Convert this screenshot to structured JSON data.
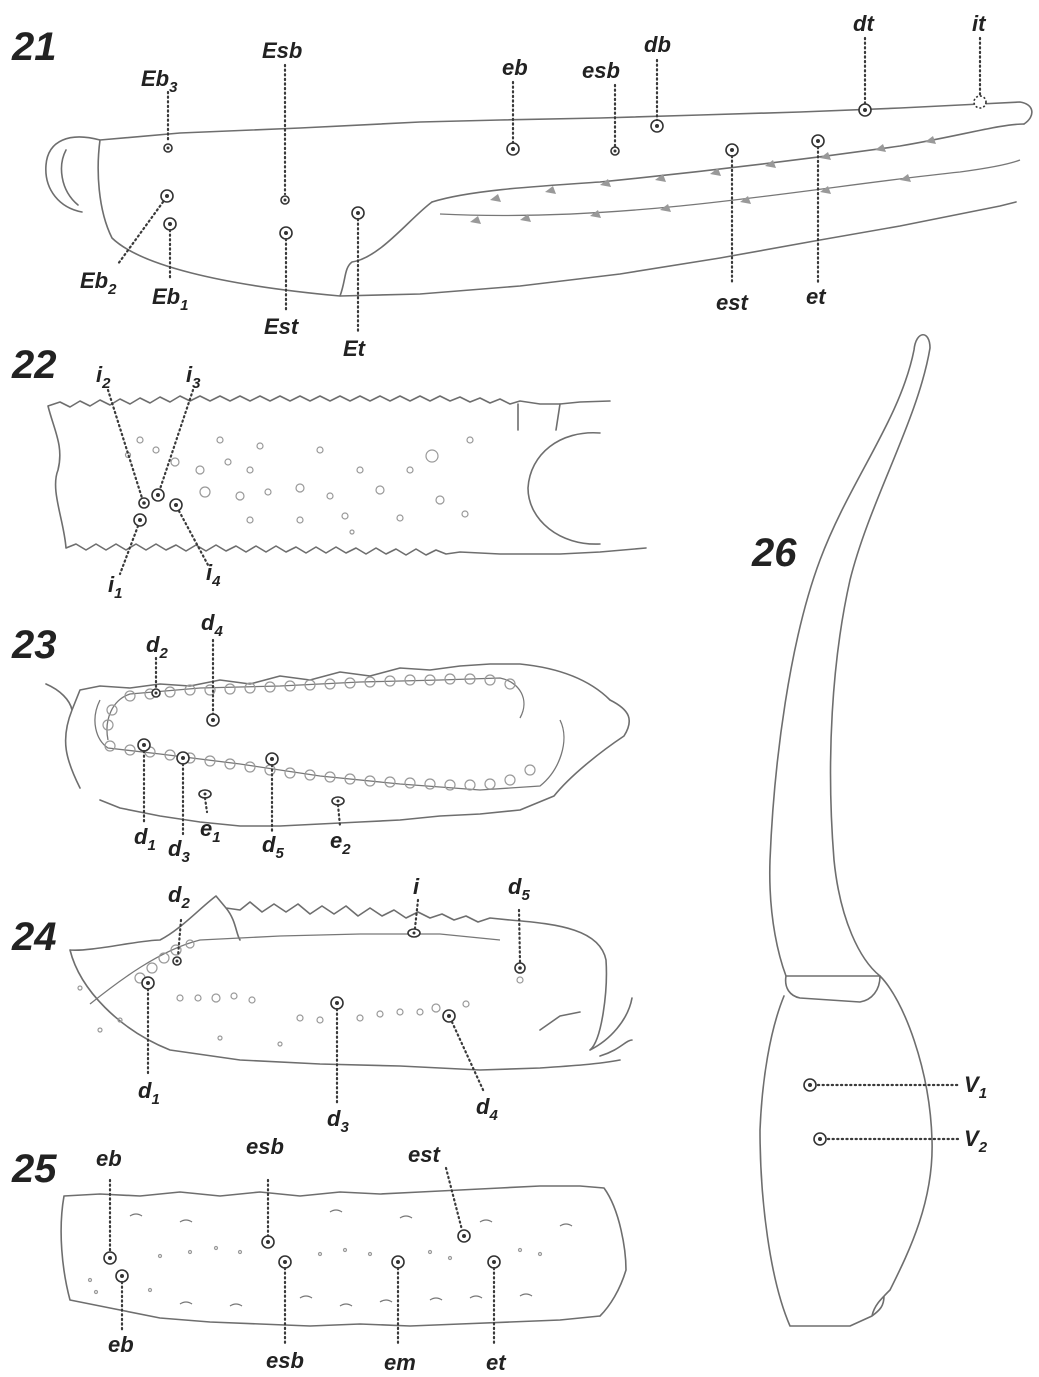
{
  "figures": {
    "f21": {
      "number": "21",
      "labels": {
        "Eb3": {
          "base": "Eb",
          "sub": "3"
        },
        "Esb": {
          "base": "Esb",
          "sub": ""
        },
        "eb": {
          "base": "eb",
          "sub": ""
        },
        "esb": {
          "base": "esb",
          "sub": ""
        },
        "db": {
          "base": "db",
          "sub": ""
        },
        "dt": {
          "base": "dt",
          "sub": ""
        },
        "it": {
          "base": "it",
          "sub": ""
        },
        "Eb2": {
          "base": "Eb",
          "sub": "2"
        },
        "Eb1": {
          "base": "Eb",
          "sub": "1"
        },
        "Est": {
          "base": "Est",
          "sub": ""
        },
        "Et": {
          "base": "Et",
          "sub": ""
        },
        "est": {
          "base": "est",
          "sub": ""
        },
        "et": {
          "base": "et",
          "sub": ""
        }
      }
    },
    "f22": {
      "number": "22",
      "labels": {
        "i2": {
          "base": "i",
          "sub": "2"
        },
        "i3": {
          "base": "i",
          "sub": "3"
        },
        "i1": {
          "base": "i",
          "sub": "1"
        },
        "i4": {
          "base": "i",
          "sub": "4"
        }
      }
    },
    "f23": {
      "number": "23",
      "labels": {
        "d2": {
          "base": "d",
          "sub": "2"
        },
        "d4": {
          "base": "d",
          "sub": "4"
        },
        "d1": {
          "base": "d",
          "sub": "1"
        },
        "d3": {
          "base": "d",
          "sub": "3"
        },
        "e1": {
          "base": "e",
          "sub": "1"
        },
        "d5": {
          "base": "d",
          "sub": "5"
        },
        "e2": {
          "base": "e",
          "sub": "2"
        }
      }
    },
    "f24": {
      "number": "24",
      "labels": {
        "d2": {
          "base": "d",
          "sub": "2"
        },
        "i": {
          "base": "i",
          "sub": ""
        },
        "d5": {
          "base": "d",
          "sub": "5"
        },
        "d1": {
          "base": "d",
          "sub": "1"
        },
        "d3": {
          "base": "d",
          "sub": "3"
        },
        "d4": {
          "base": "d",
          "sub": "4"
        }
      }
    },
    "f25": {
      "number": "25",
      "labels": {
        "eb_top": {
          "base": "eb",
          "sub": ""
        },
        "esb_top": {
          "base": "esb",
          "sub": ""
        },
        "est": {
          "base": "est",
          "sub": ""
        },
        "eb_bot": {
          "base": "eb",
          "sub": ""
        },
        "esb_bot": {
          "base": "esb",
          "sub": ""
        },
        "em": {
          "base": "em",
          "sub": ""
        },
        "et": {
          "base": "et",
          "sub": ""
        }
      }
    },
    "f26": {
      "number": "26",
      "labels": {
        "V1": {
          "base": "V",
          "sub": "1"
        },
        "V2": {
          "base": "V",
          "sub": "2"
        }
      }
    }
  },
  "colors": {
    "line": "#6e6e6e",
    "ink": "#222222",
    "granule": "#999999"
  }
}
